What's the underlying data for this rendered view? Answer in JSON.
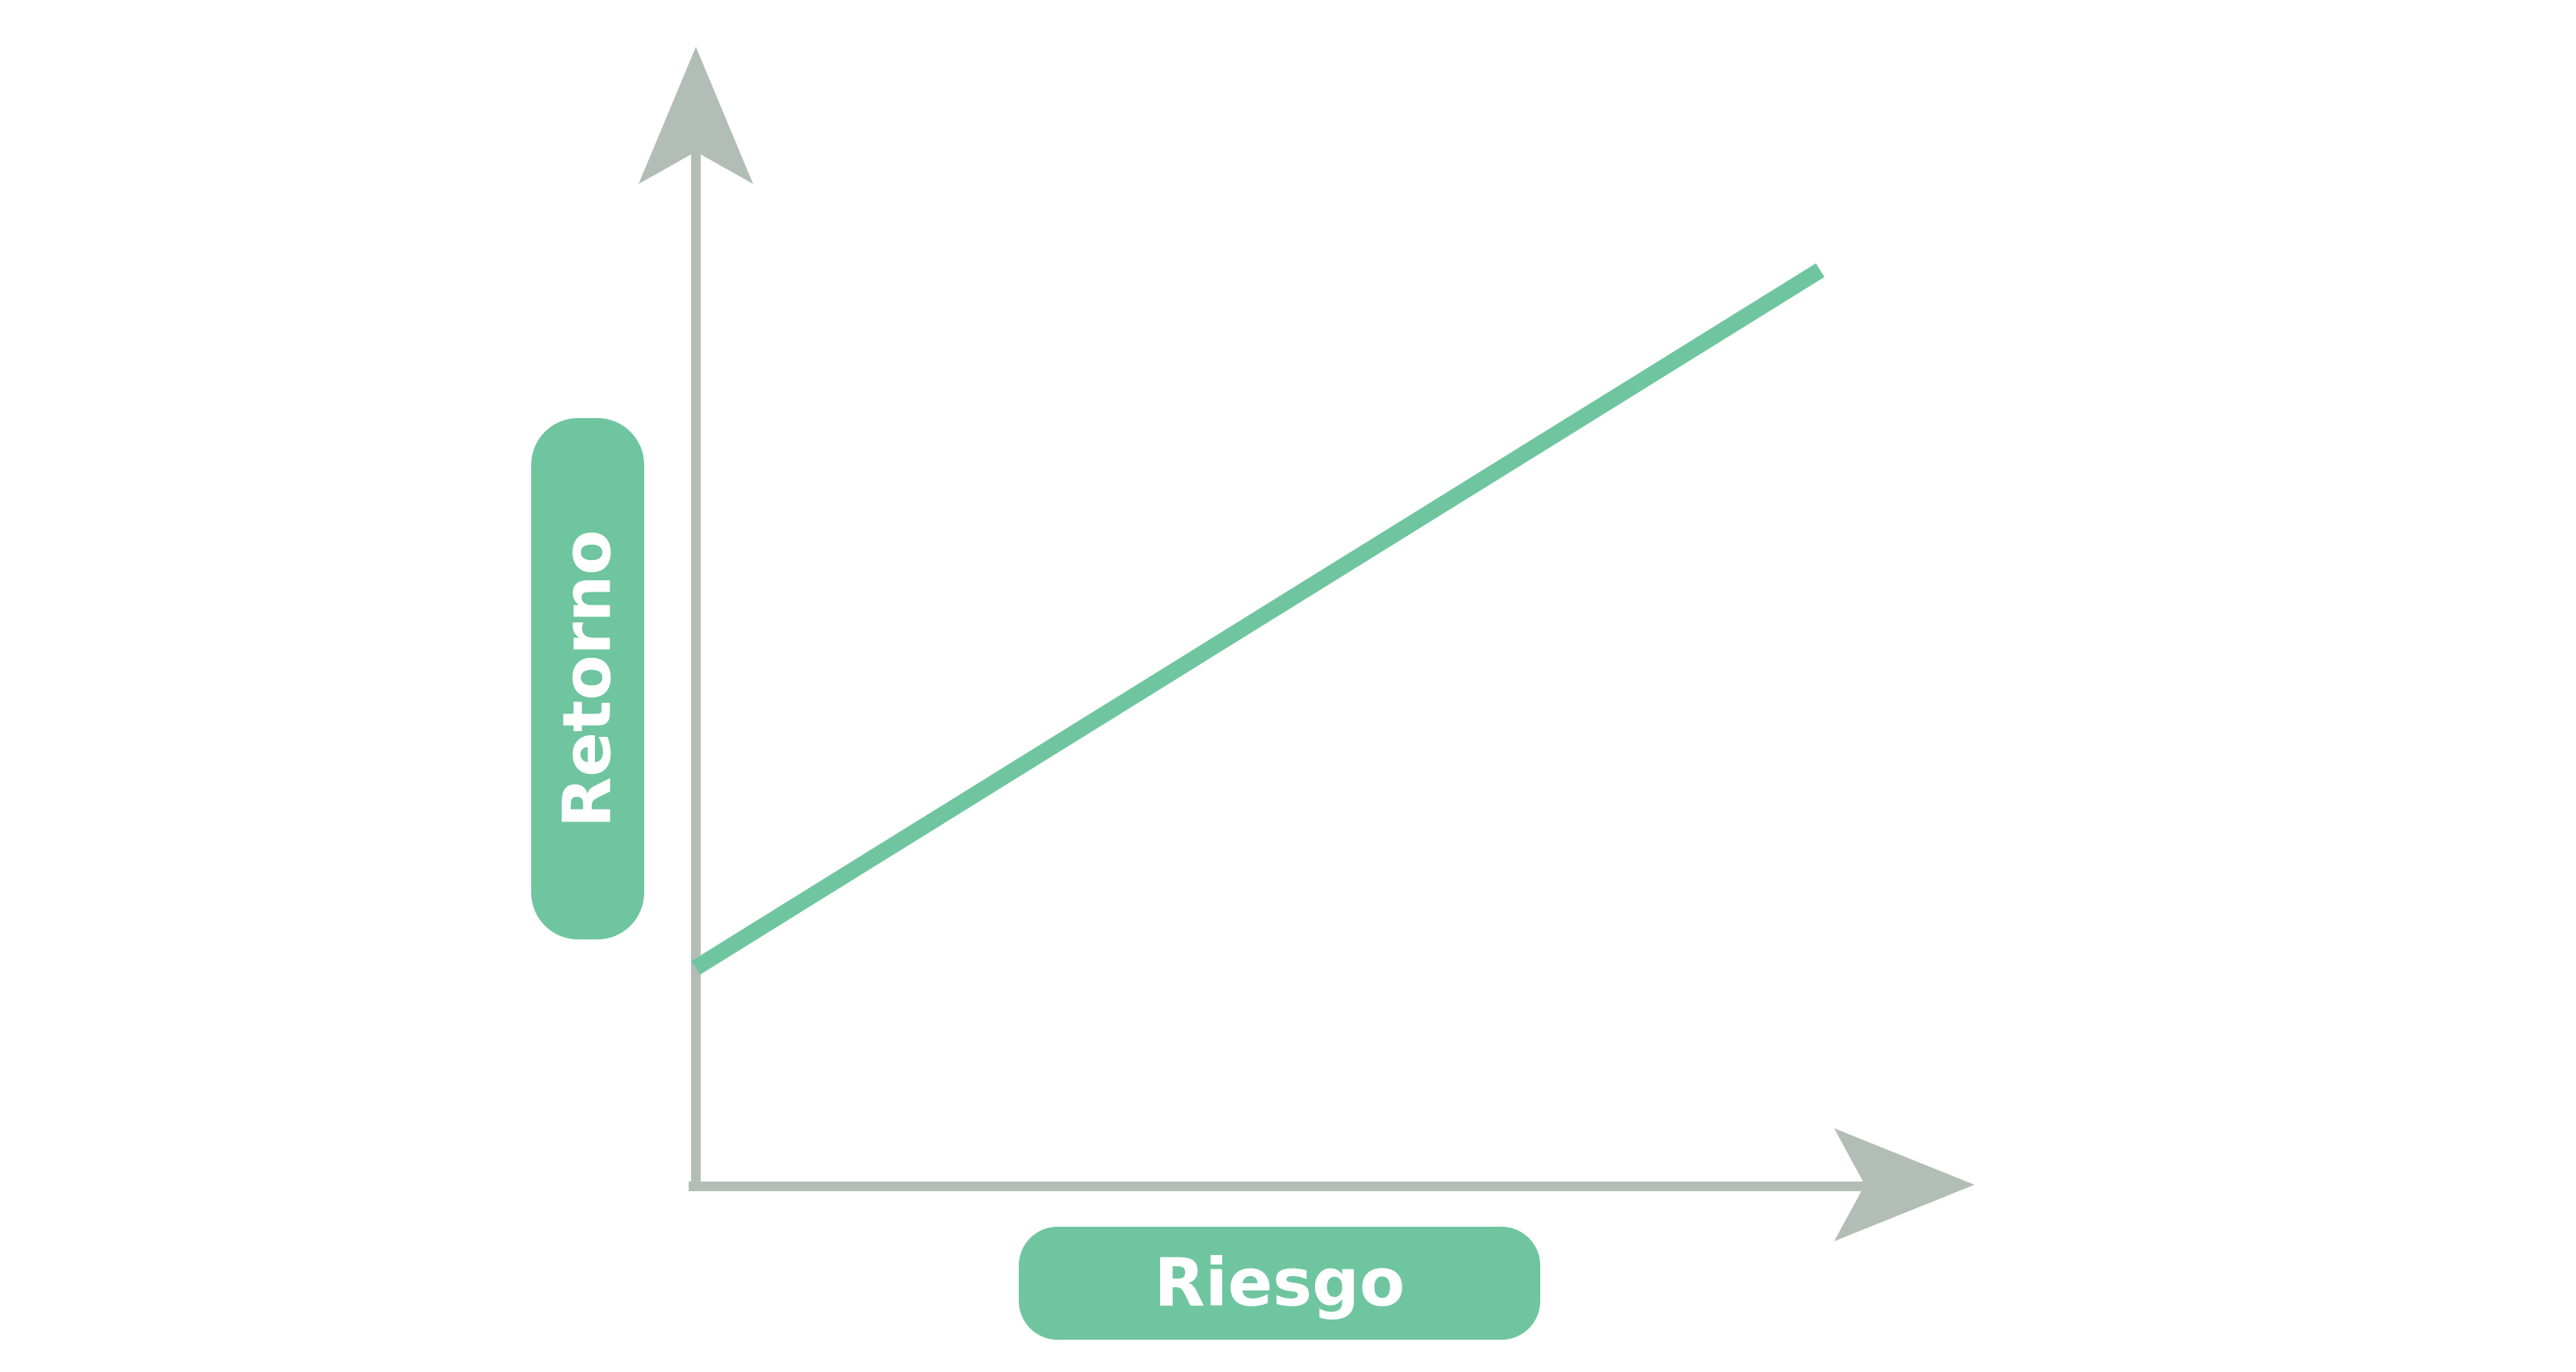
{
  "chart_data": {
    "type": "line",
    "xlabel": "Riesgo",
    "ylabel": "Retorno",
    "xlim": [
      0,
      100
    ],
    "ylim": [
      0,
      100
    ],
    "grid": false,
    "series": [
      {
        "x": [
          0,
          84
        ],
        "y": [
          21,
          88
        ]
      }
    ]
  },
  "colors": {
    "line": "#6fc59f",
    "axis": "#b3bdb8",
    "label_bg": "#6fc59f",
    "label_text": "#ffffff"
  }
}
